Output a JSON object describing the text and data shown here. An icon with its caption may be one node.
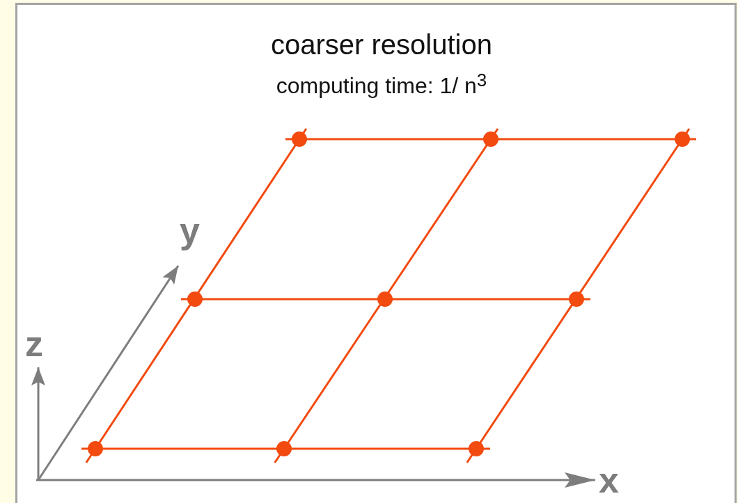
{
  "diagram": {
    "title": "coarser resolution",
    "labels": [
      "computing time: 1/ n$^{3}$",
      "y",
      "z",
      "x"
    ]
  }
}
